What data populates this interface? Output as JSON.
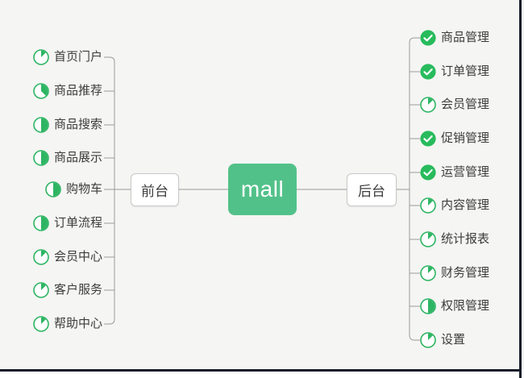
{
  "colors": {
    "background": "#f5f5f3",
    "root_green": "#52c189",
    "icon_green": "#2db563",
    "done_green": "#27bb5c",
    "line_gray": "#9a9a9a",
    "node_border": "#c9c9c9",
    "text": "#3c3c3c",
    "edge_border": "#151c28"
  },
  "root": {
    "label": "mall"
  },
  "branches": {
    "frontend": {
      "label": "前台",
      "items": [
        {
          "label": "首页门户",
          "progress": "1/8"
        },
        {
          "label": "商品推荐",
          "progress": "3/8"
        },
        {
          "label": "商品搜索",
          "progress": "1/2"
        },
        {
          "label": "商品展示",
          "progress": "1/2"
        },
        {
          "label": "购物车",
          "progress": "1/2"
        },
        {
          "label": "订单流程",
          "progress": "1/2"
        },
        {
          "label": "会员中心",
          "progress": "1/8"
        },
        {
          "label": "客户服务",
          "progress": "1/8"
        },
        {
          "label": "帮助中心",
          "progress": "1/8"
        }
      ]
    },
    "backend": {
      "label": "后台",
      "items": [
        {
          "label": "商品管理",
          "progress": "done"
        },
        {
          "label": "订单管理",
          "progress": "done"
        },
        {
          "label": "会员管理",
          "progress": "1/8"
        },
        {
          "label": "促销管理",
          "progress": "done"
        },
        {
          "label": "运营管理",
          "progress": "done"
        },
        {
          "label": "内容管理",
          "progress": "1/8"
        },
        {
          "label": "统计报表",
          "progress": "1/8"
        },
        {
          "label": "财务管理",
          "progress": "1/8"
        },
        {
          "label": "权限管理",
          "progress": "1/2"
        },
        {
          "label": "设置",
          "progress": "1/8"
        }
      ]
    }
  }
}
